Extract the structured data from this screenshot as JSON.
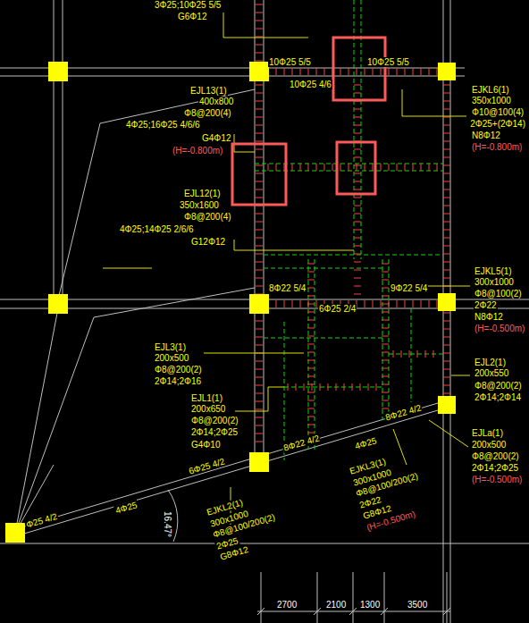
{
  "diagram": {
    "labels": [
      "3Φ25;10Φ25 5/5",
      "G6Φ12",
      "10Φ25 5/5",
      "10Φ25 5/5",
      "10Φ25 4/6",
      "EJL13(1)",
      "400x800",
      "Φ8@200(4)",
      "4Φ25;16Φ25 4/6/6",
      "G4Φ12",
      "(H=-0.800m)",
      "EJKL6(1)",
      "350x1000",
      "Φ10@100(4)",
      "2Φ25+(2Φ14)",
      "N8Φ12",
      "(H=-0.800m)",
      "EJL12(1)",
      "350x1600",
      "Φ8@200(4)",
      "4Φ25;14Φ25 2/6/6",
      "G12Φ12",
      "8Φ22 5/4",
      "9Φ22 5/4",
      "6Φ25 2/4",
      "EJKL5(1)",
      "300x1000",
      "Φ8@100(2)",
      "2Φ22",
      "N8Φ12",
      "(H=-0.500m)",
      "EJL3(1)",
      "200x500",
      "Φ8@200(2)",
      "2Φ14;2Φ16",
      "EJL1(1)",
      "200x650",
      "Φ8@200(2)",
      "2Φ14;2Φ25",
      "G4Φ10",
      "EJL2(1)",
      "200x550",
      "Φ8@200(2)",
      "2Φ14;2Φ14",
      "EJLa(1)",
      "200x500",
      "Φ8@200(2)",
      "2Φ14;2Φ25",
      "(H=-0.500m)",
      "8Φ22 4/2",
      "4Φ25",
      "8Φ22 4/2",
      "6Φ25 4/2",
      "Φ25 4/2",
      "4Φ25",
      "EJKL3(1)",
      "300x1000",
      "Φ8@100/200(2)",
      "2Φ22",
      "G8Φ12",
      "(H=-0.500m)",
      "EJKL2(1)",
      "300x1000",
      "Φ8@100/200(2)",
      "2Φ25",
      "G8Φ12",
      "16.47°",
      "2700",
      "2100",
      "1300",
      "3500"
    ]
  }
}
